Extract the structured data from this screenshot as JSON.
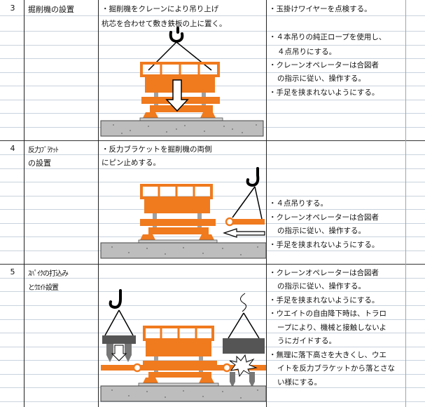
{
  "colors": {
    "orange": "#f07a1e",
    "ground": "#bdbdbd",
    "grey": "#8a8a8a"
  },
  "rows": [
    {
      "number": "3",
      "title_lines": [
        "掘削機の設置"
      ],
      "desc_lines": [
        "・掘削機をクレーンにより吊り上げ",
        "杭芯を合わせて敷き鉄板の上に置く。"
      ],
      "note_lines": [
        "・玉掛けワイヤーを点検する。",
        "",
        "・４本吊りの純正ロープを使用し、",
        "４点吊りにする。",
        "・クレーンオペレーターは合図者",
        "の指示に従い、操作する。",
        "・手足を挟まれないようにする。"
      ]
    },
    {
      "number": "4",
      "title_lines": [
        "反力ﾌﾞﾗｹｯﾄ",
        "の設置"
      ],
      "desc_lines": [
        "・反力ブラケットを掘削機の両側",
        "にピン止めする。"
      ],
      "note_lines": [
        "・４点吊りする。",
        "・クレーンオペレーターは合図者",
        "の指示に従い、操作する。",
        "・手足を挟まれないようにする。"
      ]
    },
    {
      "number": "5",
      "title_lines": [
        "ｽﾊﾟｲｸの打込み",
        "とｳｴｲﾄ設置"
      ],
      "desc_lines": [],
      "note_lines": [
        "・クレーンオペレーターは合図者",
        "の指示に従い、操作する。",
        "・手足を挟まれないようにする。",
        "・ウエイトの自由降下時は、トラロ",
        "ープにより、機械と接触しないよ",
        "うにガイドする。",
        "・無理に落下高さを大きくし、ウエ",
        "イトを反力ブラケットから落とさな",
        "い様にする。"
      ]
    }
  ]
}
